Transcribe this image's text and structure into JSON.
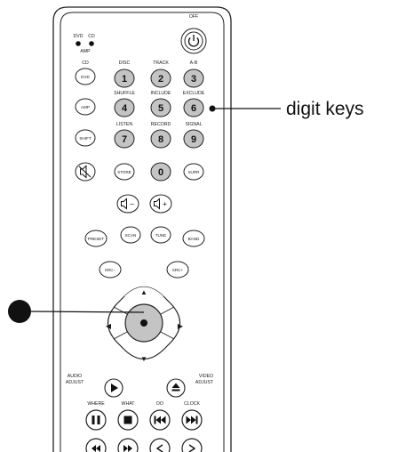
{
  "callout": {
    "label": "digit keys"
  },
  "indicators": {
    "dvd": "DVD",
    "cd": "CD",
    "amp": "AMP"
  },
  "power": {
    "label": "OFF",
    "icon": "power-icon"
  },
  "source_buttons": [
    {
      "section": "CD",
      "label": "DVD"
    },
    {
      "section": "",
      "label": "AMP"
    },
    {
      "section": "",
      "label": "SHIFT"
    }
  ],
  "digit_rows": [
    {
      "keys": [
        {
          "top": "DISC",
          "digit": "1"
        },
        {
          "top": "TRACK",
          "digit": "2"
        },
        {
          "top": "A-B",
          "digit": "3"
        }
      ]
    },
    {
      "keys": [
        {
          "top": "SHUFFLE",
          "digit": "4"
        },
        {
          "top": "INCLUDE",
          "digit": "5"
        },
        {
          "top": "EXCLUDE",
          "digit": "6"
        }
      ]
    },
    {
      "keys": [
        {
          "top": "LISTEN",
          "digit": "7"
        },
        {
          "top": "RECORD",
          "digit": "8"
        },
        {
          "top": "SIGNAL",
          "digit": "9"
        }
      ]
    }
  ],
  "row_zero": {
    "mute_icon": "mute-icon",
    "store": "STORE",
    "zero": "0",
    "surr": "SURR"
  },
  "volume": {
    "down_icon": "volume-down-icon",
    "up_icon": "volume-up-icon",
    "down": "−",
    "up": "+"
  },
  "tuner_row": {
    "preset": "PRESET",
    "scan": "SCAN",
    "tune": "TUNE",
    "band": "BAND"
  },
  "src": {
    "minus": "SRC−",
    "plus": "SRC+"
  },
  "nav": {
    "up": "▲",
    "down": "▼",
    "left": "◀",
    "right": "▶"
  },
  "adjust": {
    "audio": "AUDIO",
    "audio2": "ADJUST",
    "video": "VIDEO",
    "video2": "ADJUST"
  },
  "transport": {
    "where": "WHERE",
    "what": "WHAT",
    "do": "DO",
    "clock": "CLOCK"
  }
}
